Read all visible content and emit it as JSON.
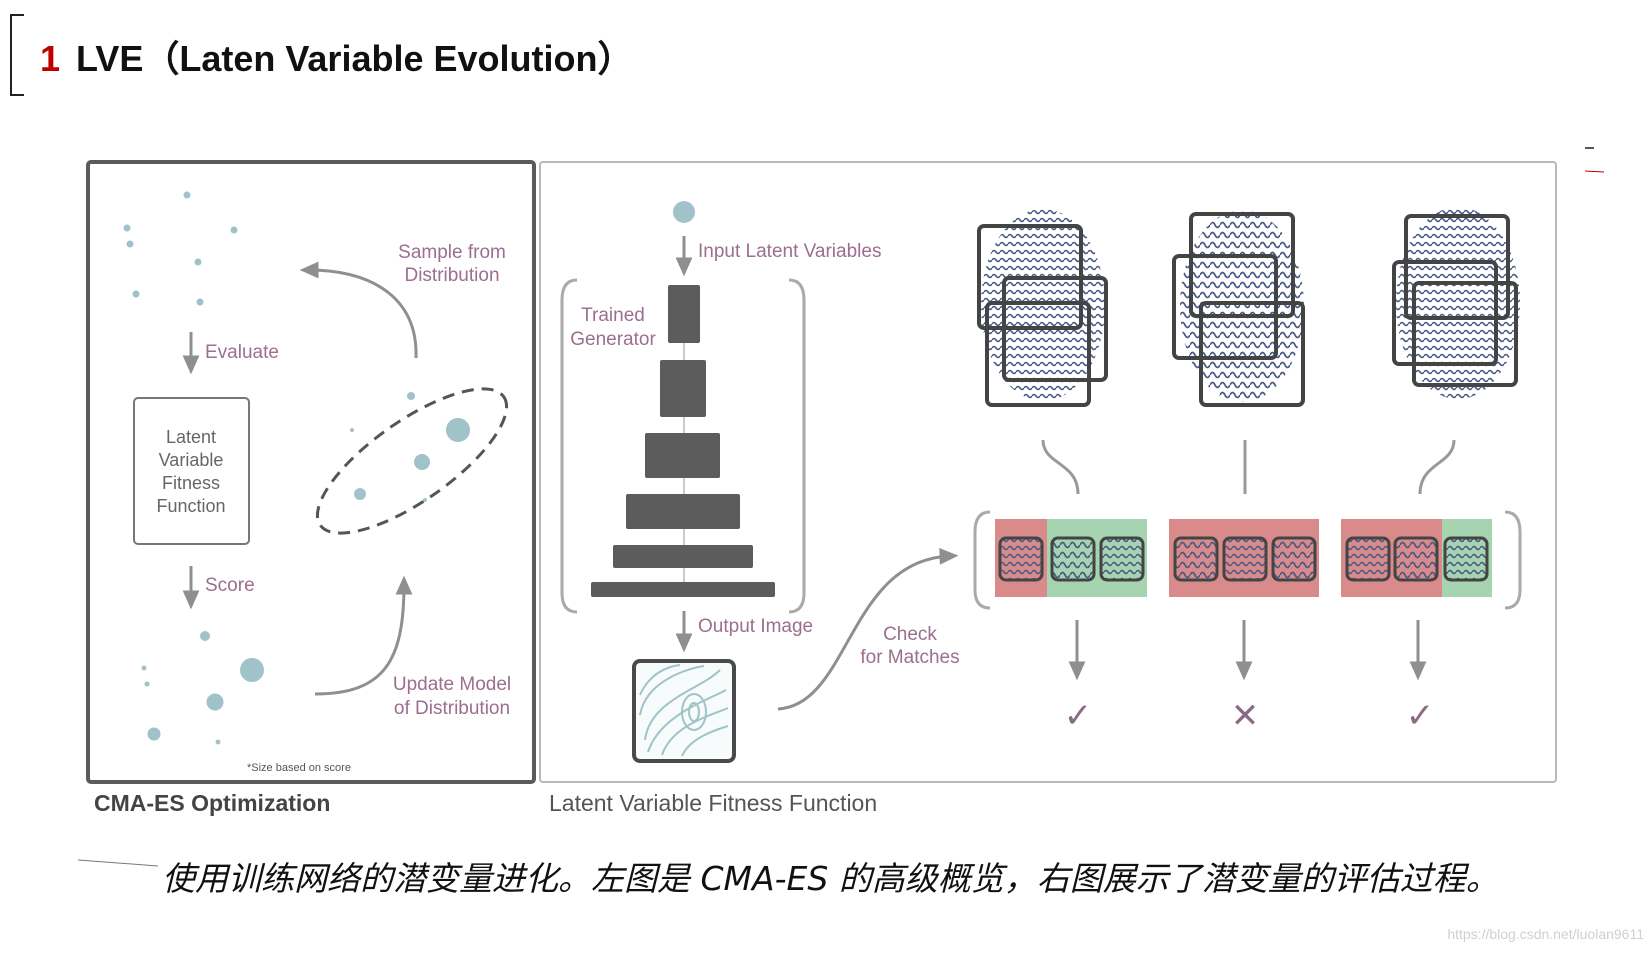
{
  "slide": {
    "number": "1",
    "title": "LVE（Laten Variable Evolution）"
  },
  "left_panel": {
    "label": "CMA-ES Optimization",
    "evaluate": "Evaluate",
    "fitness_box": [
      "Latent",
      "Variable",
      "Fitness",
      "Function"
    ],
    "score": "Score",
    "sample": [
      "Sample from",
      "Distribution"
    ],
    "update": [
      "Update Model",
      "of Distribution"
    ],
    "footnote": "*Size based on score"
  },
  "right_panel": {
    "label": "Latent Variable Fitness Function",
    "input": "Input Latent Variables",
    "generator": [
      "Trained",
      "Generator"
    ],
    "output": "Output Image",
    "check": [
      "Check",
      "for Matches"
    ],
    "results": [
      "✓",
      "✕",
      "✓"
    ]
  },
  "caption": "使用训练网络的潜变量进化。左图是 CMA-ES 的高级概览，右图展示了潜变量的评估过程。",
  "watermark": "https://blog.csdn.net/luolan9611",
  "colors": {
    "accent_red": "#c00000",
    "label_purple": "#9a6f8f",
    "dot_teal": "#9fc3c9",
    "block_gray": "#5c5c5c",
    "match_green": "#a6d4b0",
    "mismatch_red": "#d98b8b",
    "check_purple": "#8a6a86"
  }
}
